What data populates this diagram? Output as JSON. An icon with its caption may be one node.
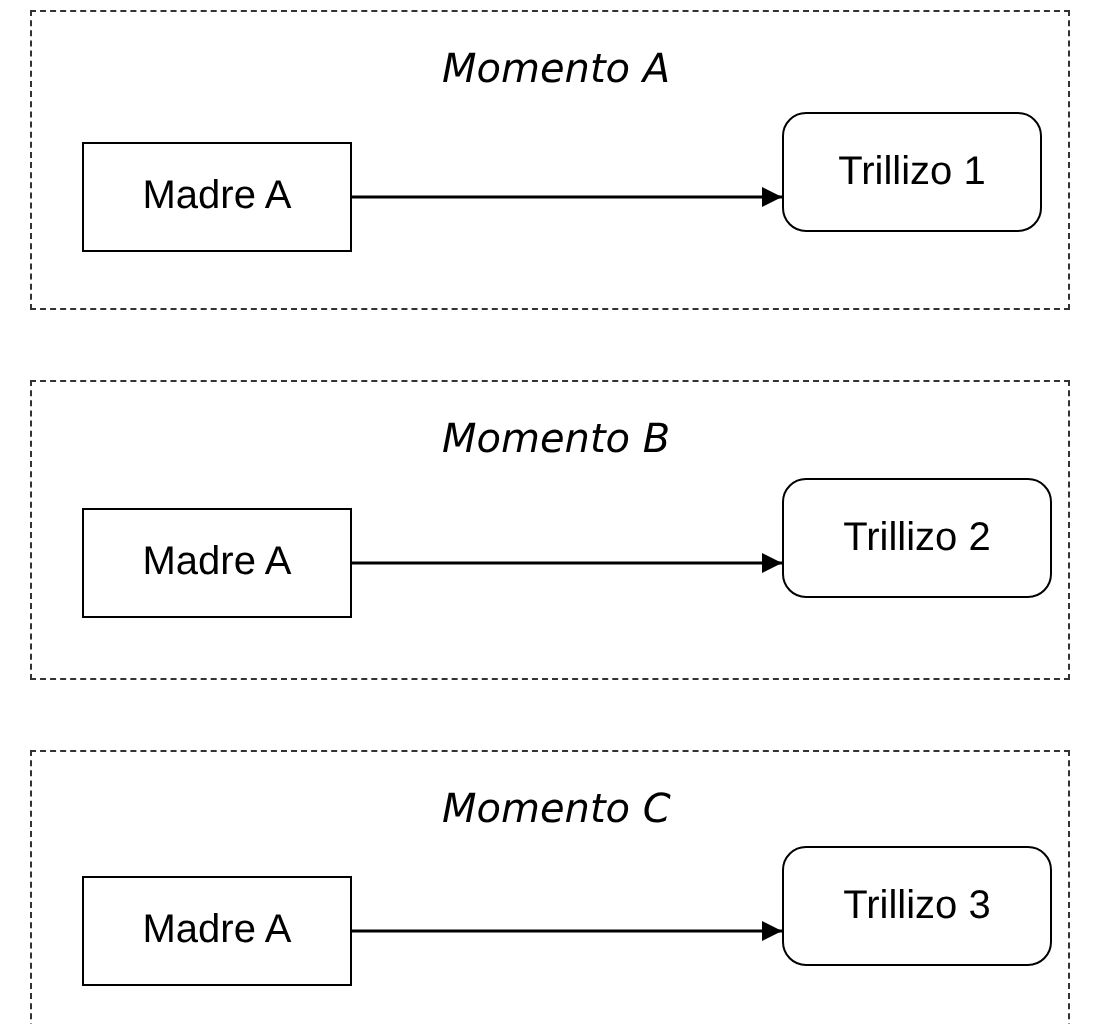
{
  "diagram": {
    "nodes": [
      {
        "text": [
          "Momento A"
        ]
      },
      {
        "text": [
          "Madre A"
        ],
        "in": 0
      },
      {
        "text": [
          "Trillizo 1"
        ],
        "in": 0
      },
      {
        "text": [
          "Momento B"
        ]
      },
      {
        "text": [
          "Madre A"
        ],
        "in": 3
      },
      {
        "text": [
          "Trillizo 2"
        ],
        "in": 3
      },
      {
        "text": [
          "Momento C"
        ]
      },
      {
        "text": [
          "Madre A"
        ],
        "in": 6
      },
      {
        "text": [
          "Trillizo 3"
        ],
        "in": 6
      }
    ],
    "edges": [
      {
        "from": 1,
        "to": 2,
        "arrow": "to"
      },
      {
        "from": 4,
        "to": 5,
        "arrow": "to"
      },
      {
        "from": 7,
        "to": 8,
        "arrow": "to"
      }
    ]
  }
}
